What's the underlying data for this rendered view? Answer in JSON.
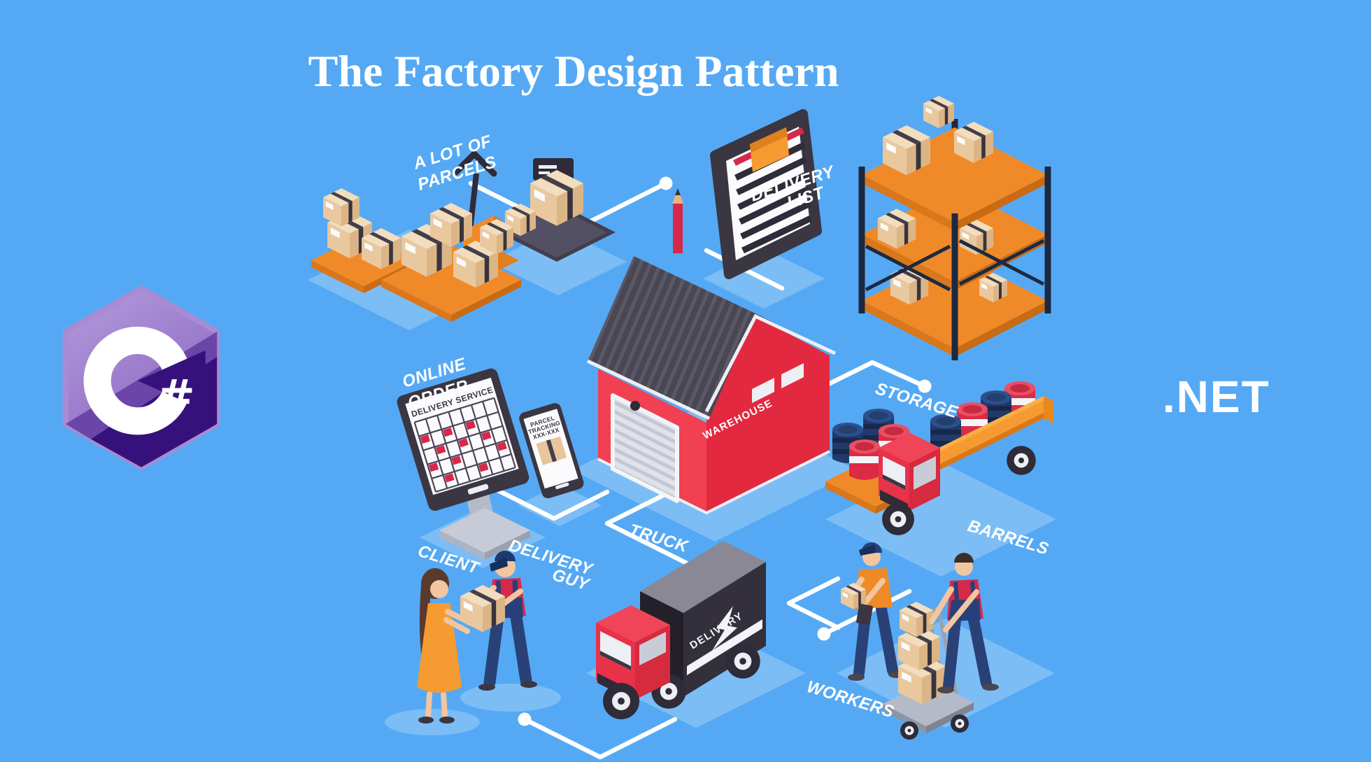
{
  "title": "The Factory Design Pattern",
  "brand": {
    "csharp_letter": "C",
    "csharp_hash": "#",
    "dotnet": ".NET"
  },
  "labels": {
    "parcels1": "A LOT OF",
    "parcels2": "PARCELS",
    "dlist1": "DELIVERY",
    "dlist2": "LIST",
    "online1": "ONLINE",
    "online2": "ORDER",
    "storage": "STORAGE",
    "barrels": "BARRELS",
    "truck": "TRUCK",
    "client": "CLIENT",
    "dguy1": "DELIVERY",
    "dguy2": "GUY",
    "workers": "WORKERS"
  },
  "warehouse": {
    "sign": "WAREHOUSE"
  },
  "devices": {
    "monitor_header": "DELIVERY SERVICE",
    "phone1": "PARCEL",
    "phone2": "TRACKING",
    "phone3": "XXX-XXX"
  },
  "truck": {
    "side": "DELIVERY"
  },
  "colors": {
    "background": "#55A9F4",
    "floor_shadow": "#7CBDF5",
    "warehouse_red": "#E3293F",
    "orange": "#F59B31",
    "cardboard": "#E9C89E",
    "dark": "#3A3642",
    "navy": "#27407A",
    "barrel_blue": "#1F3A6B",
    "barrel_red": "#DC2B44",
    "csharp_light": "#B39BDB",
    "csharp_dark": "#36117C",
    "white": "#FFFFFF"
  }
}
